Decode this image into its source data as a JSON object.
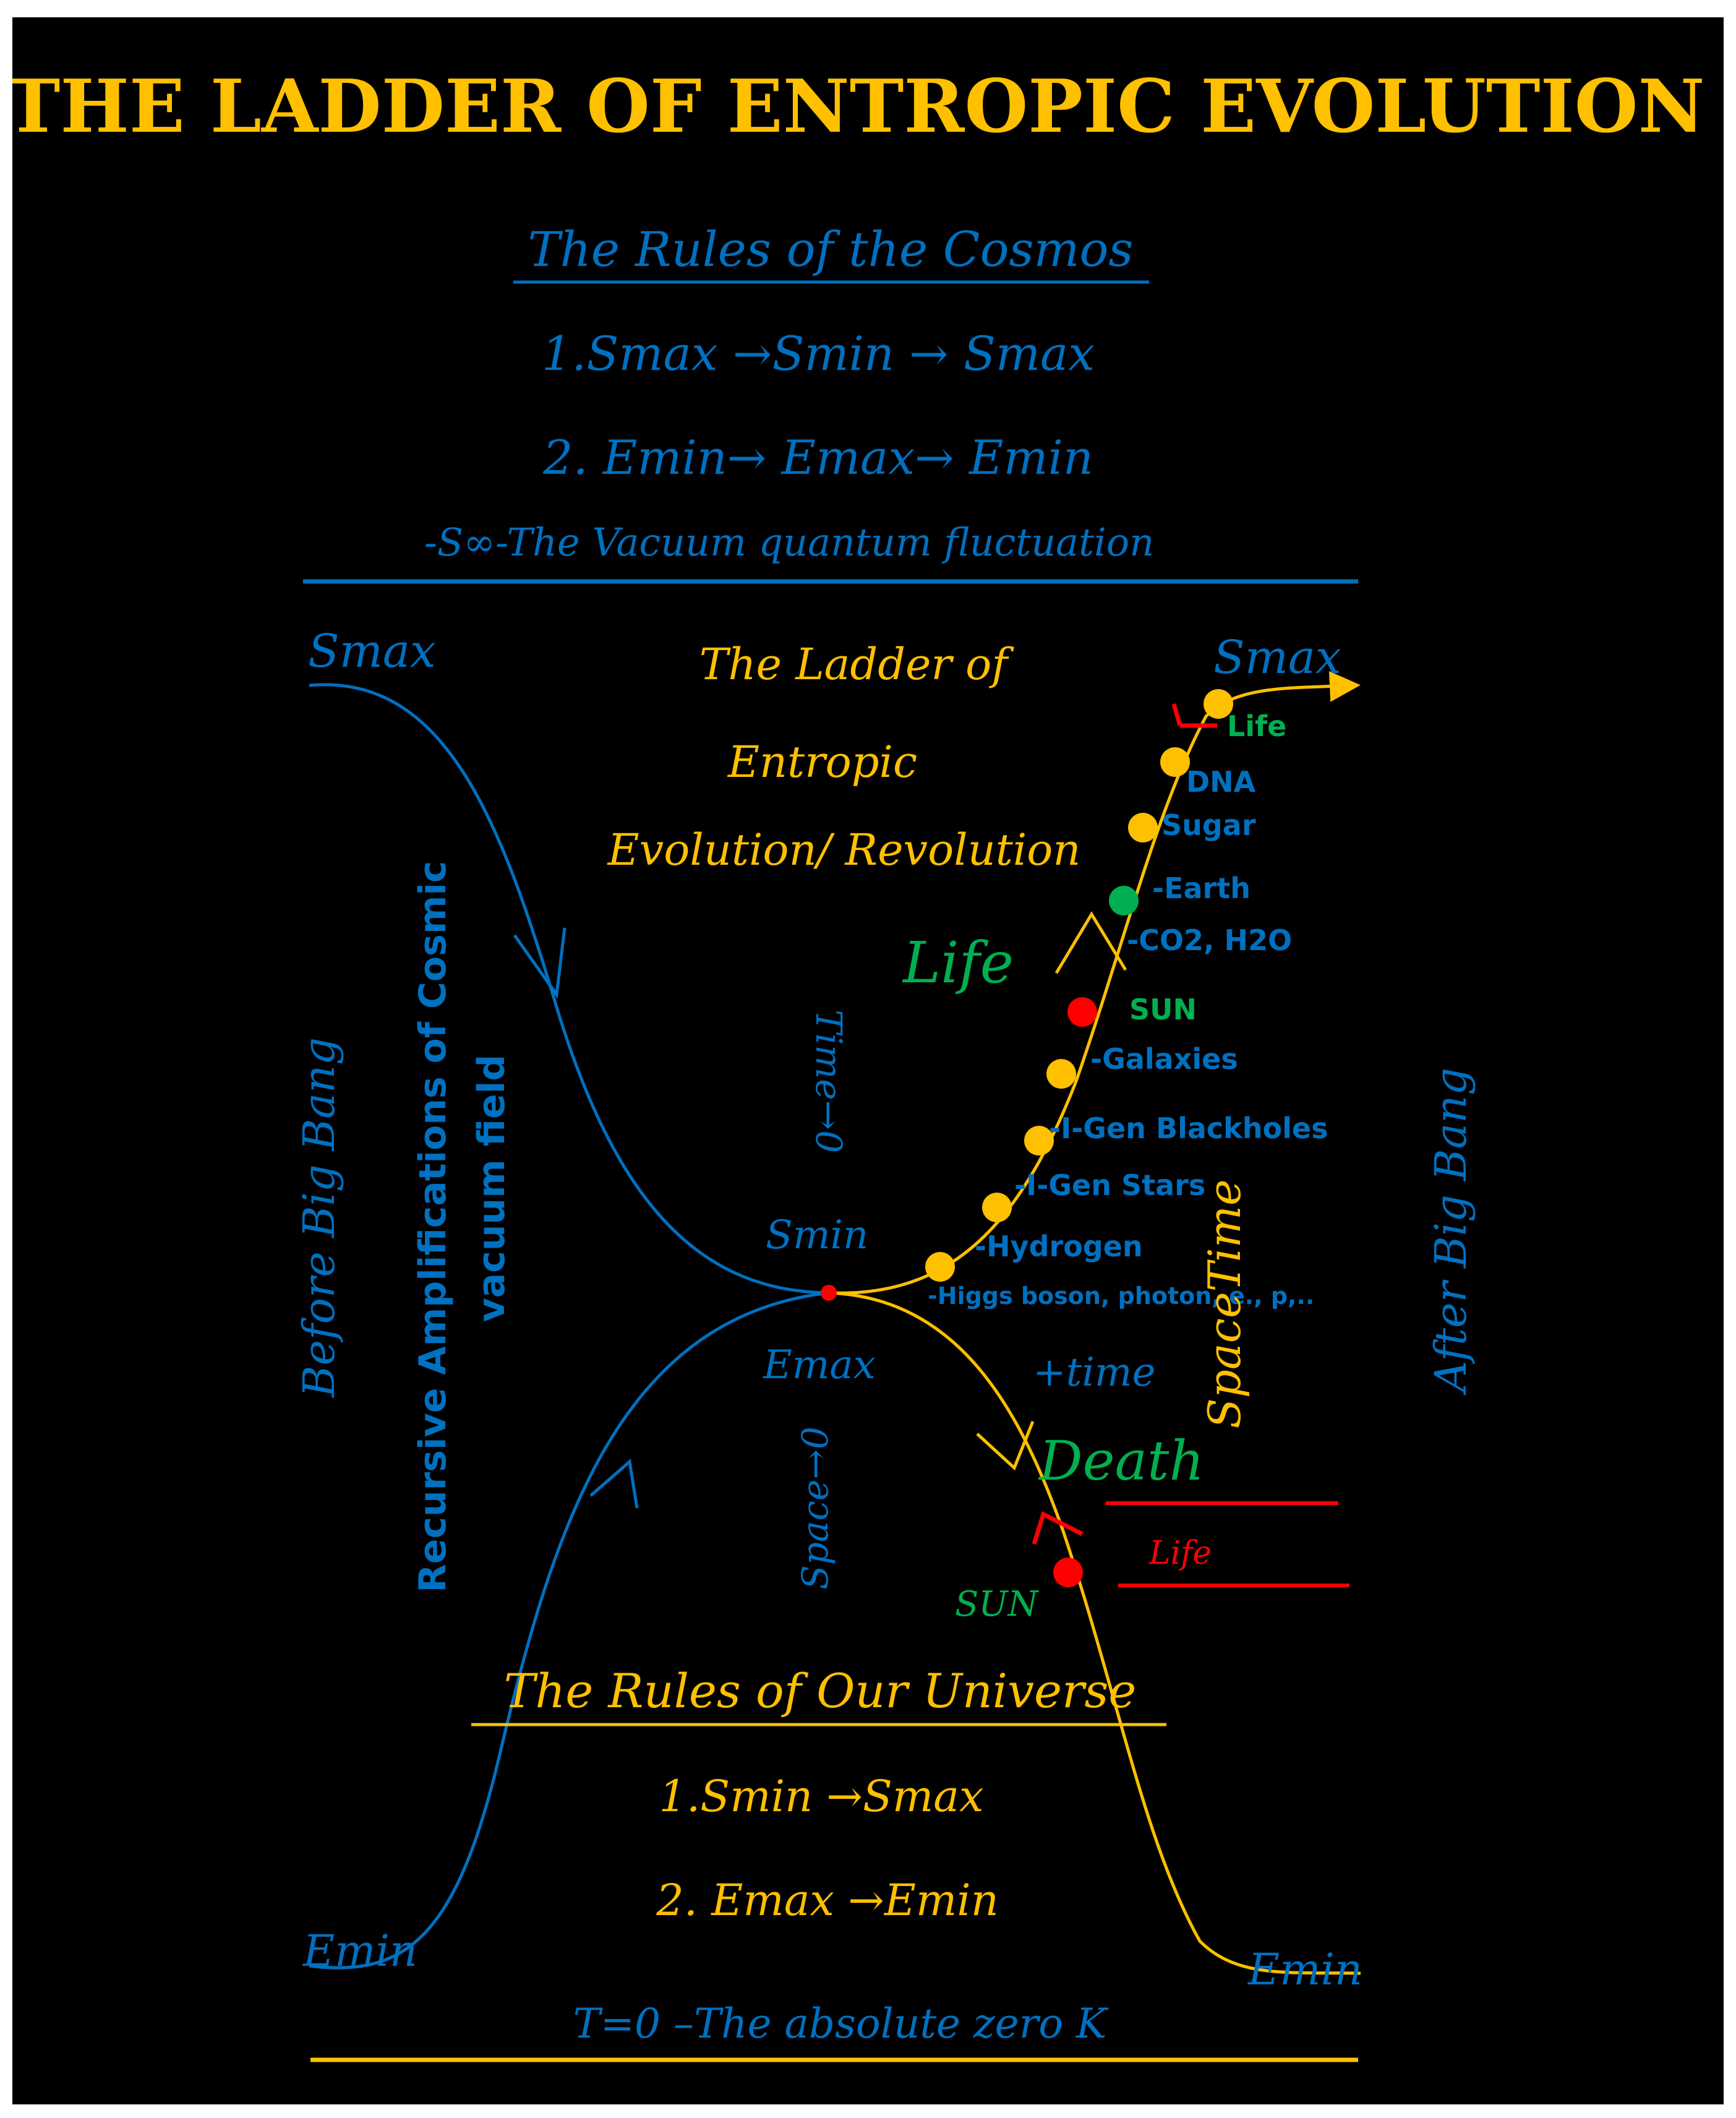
{
  "title": "THE LADDER OF ENTROPIC EVOLUTION",
  "colors": {
    "background": "#000000",
    "gold": "#FFC000",
    "blue": "#0070C0",
    "green": "#00B050",
    "red": "#FF0000"
  },
  "cosmos_rules": {
    "heading": "The Rules of the Cosmos",
    "rule1": "1.Smax →Smin → Smax",
    "rule2": "2. Emin→ Emax→ Emin"
  },
  "vacuum_label": "-S∞-The Vacuum quantum fluctuation",
  "diagram": {
    "center_title": [
      "The Ladder of",
      "Entropic",
      "Evolution/ Revolution"
    ],
    "smax_left": "Smax",
    "smax_right": "Smax",
    "smin": "Smin",
    "emax": "Emax",
    "emin_left": "Emin",
    "emin_right": "Emin",
    "before_big_bang": "Before Big Bang",
    "after_big_bang": "After Big Bang",
    "recursive_line1": "Recursive Amplifications of Cosmic",
    "recursive_line2": "vacuum field",
    "time_arrow": "Time→0",
    "space_arrow": "Space→0",
    "plus_time": "+time",
    "spacetime": "SpaceTime",
    "life_big": "Life",
    "death": "Death",
    "life_red": "Life",
    "sun_green": "SUN"
  },
  "ladder_steps": [
    {
      "label": "Life",
      "color": "#00B050",
      "dot": "#FFC000"
    },
    {
      "label": "DNA",
      "color": "#0070C0",
      "dot": "#FFC000"
    },
    {
      "label": "Sugar",
      "color": "#0070C0",
      "dot": "#FFC000"
    },
    {
      "label": "-Earth",
      "color": "#0070C0",
      "dot": "#00B050"
    },
    {
      "label": "-CO2, H2O",
      "color": "#0070C0",
      "dot": null
    },
    {
      "label": "SUN",
      "color": "#00B050",
      "dot": "#FF0000"
    },
    {
      "label": "-Galaxies",
      "color": "#0070C0",
      "dot": "#FFC000"
    },
    {
      "label": "-I-Gen Blackholes",
      "color": "#0070C0",
      "dot": "#FFC000"
    },
    {
      "label": "-I-Gen Stars",
      "color": "#0070C0",
      "dot": "#FFC000"
    },
    {
      "label": "-Hydrogen",
      "color": "#0070C0",
      "dot": "#FFC000"
    },
    {
      "label": "-Higgs boson, photon, e., p,..",
      "color": "#0070C0",
      "dot": "#FFC000"
    }
  ],
  "universe_rules": {
    "heading": "The Rules of Our Universe",
    "rule1": "1.Smin →Smax",
    "rule2": "2. Emax →Emin"
  },
  "absolute_zero_label": "T=0 –The absolute zero K"
}
